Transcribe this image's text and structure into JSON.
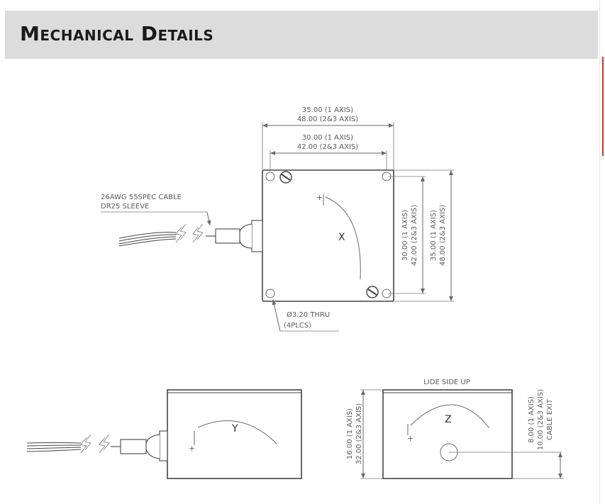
{
  "header": {
    "title": "Mechanical Details"
  },
  "colors": {
    "header_bg": "#dcdcdc",
    "accent_edge": "#c0392b"
  },
  "top_view": {
    "dim_outer_1": "35.00 (1 AXIS)",
    "dim_outer_2": "48.00 (2&3 AXIS)",
    "dim_inner_1": "30.00 (1 AXIS)",
    "dim_inner_2": "42.00 (2&3 AXIS)",
    "dim_right_inner_1": "30.00 (1 AXIS)",
    "dim_right_inner_2": "42.00 (2&3 AXIS)",
    "dim_right_outer_1": "35.00 (1 AXIS)",
    "dim_right_outer_2": "48.00 (2&3 AXIS)",
    "cable_label_1": "26AWG 55SPEC CABLE",
    "cable_label_2": "DR25 SLEEVE",
    "hole_label_1": "Ø3.20 THRU",
    "hole_label_2": "(4PLCS)",
    "axis_label": "X"
  },
  "side_view_y": {
    "axis_label": "Y"
  },
  "side_view_z": {
    "top_label": "LIDE SIDE UP",
    "axis_label": "Z",
    "dim_left_1": "16.00 (1 AXIS)",
    "dim_left_2": "32.00 (2&3 AXIS)",
    "dim_right_1": "8.00 (1 AXIS)",
    "dim_right_2": "10.00 (2&3 AXIS)",
    "dim_right_3": "CABLE EXIT"
  }
}
